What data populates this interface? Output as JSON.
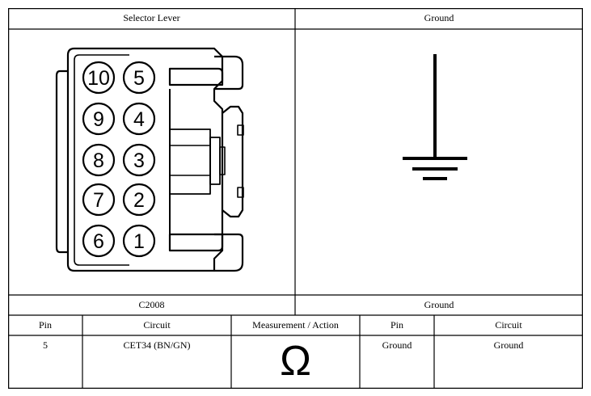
{
  "header": {
    "left_title": "Selector Lever",
    "right_title": "Ground"
  },
  "connector": {
    "pins": [
      "10",
      "5",
      "9",
      "4",
      "8",
      "3",
      "7",
      "2",
      "6",
      "1"
    ]
  },
  "captions": {
    "left": "C2008",
    "right": "Ground"
  },
  "table": {
    "columns": [
      "Pin",
      "Circuit",
      "Measurement / Action",
      "Pin",
      "Circuit"
    ],
    "row": {
      "pin_1": "5",
      "circuit_1": "CET34 (BN/GN)",
      "action_icon": "ohm-symbol",
      "action_symbol": "Ω",
      "pin_2": "Ground",
      "circuit_2": "Ground"
    }
  }
}
